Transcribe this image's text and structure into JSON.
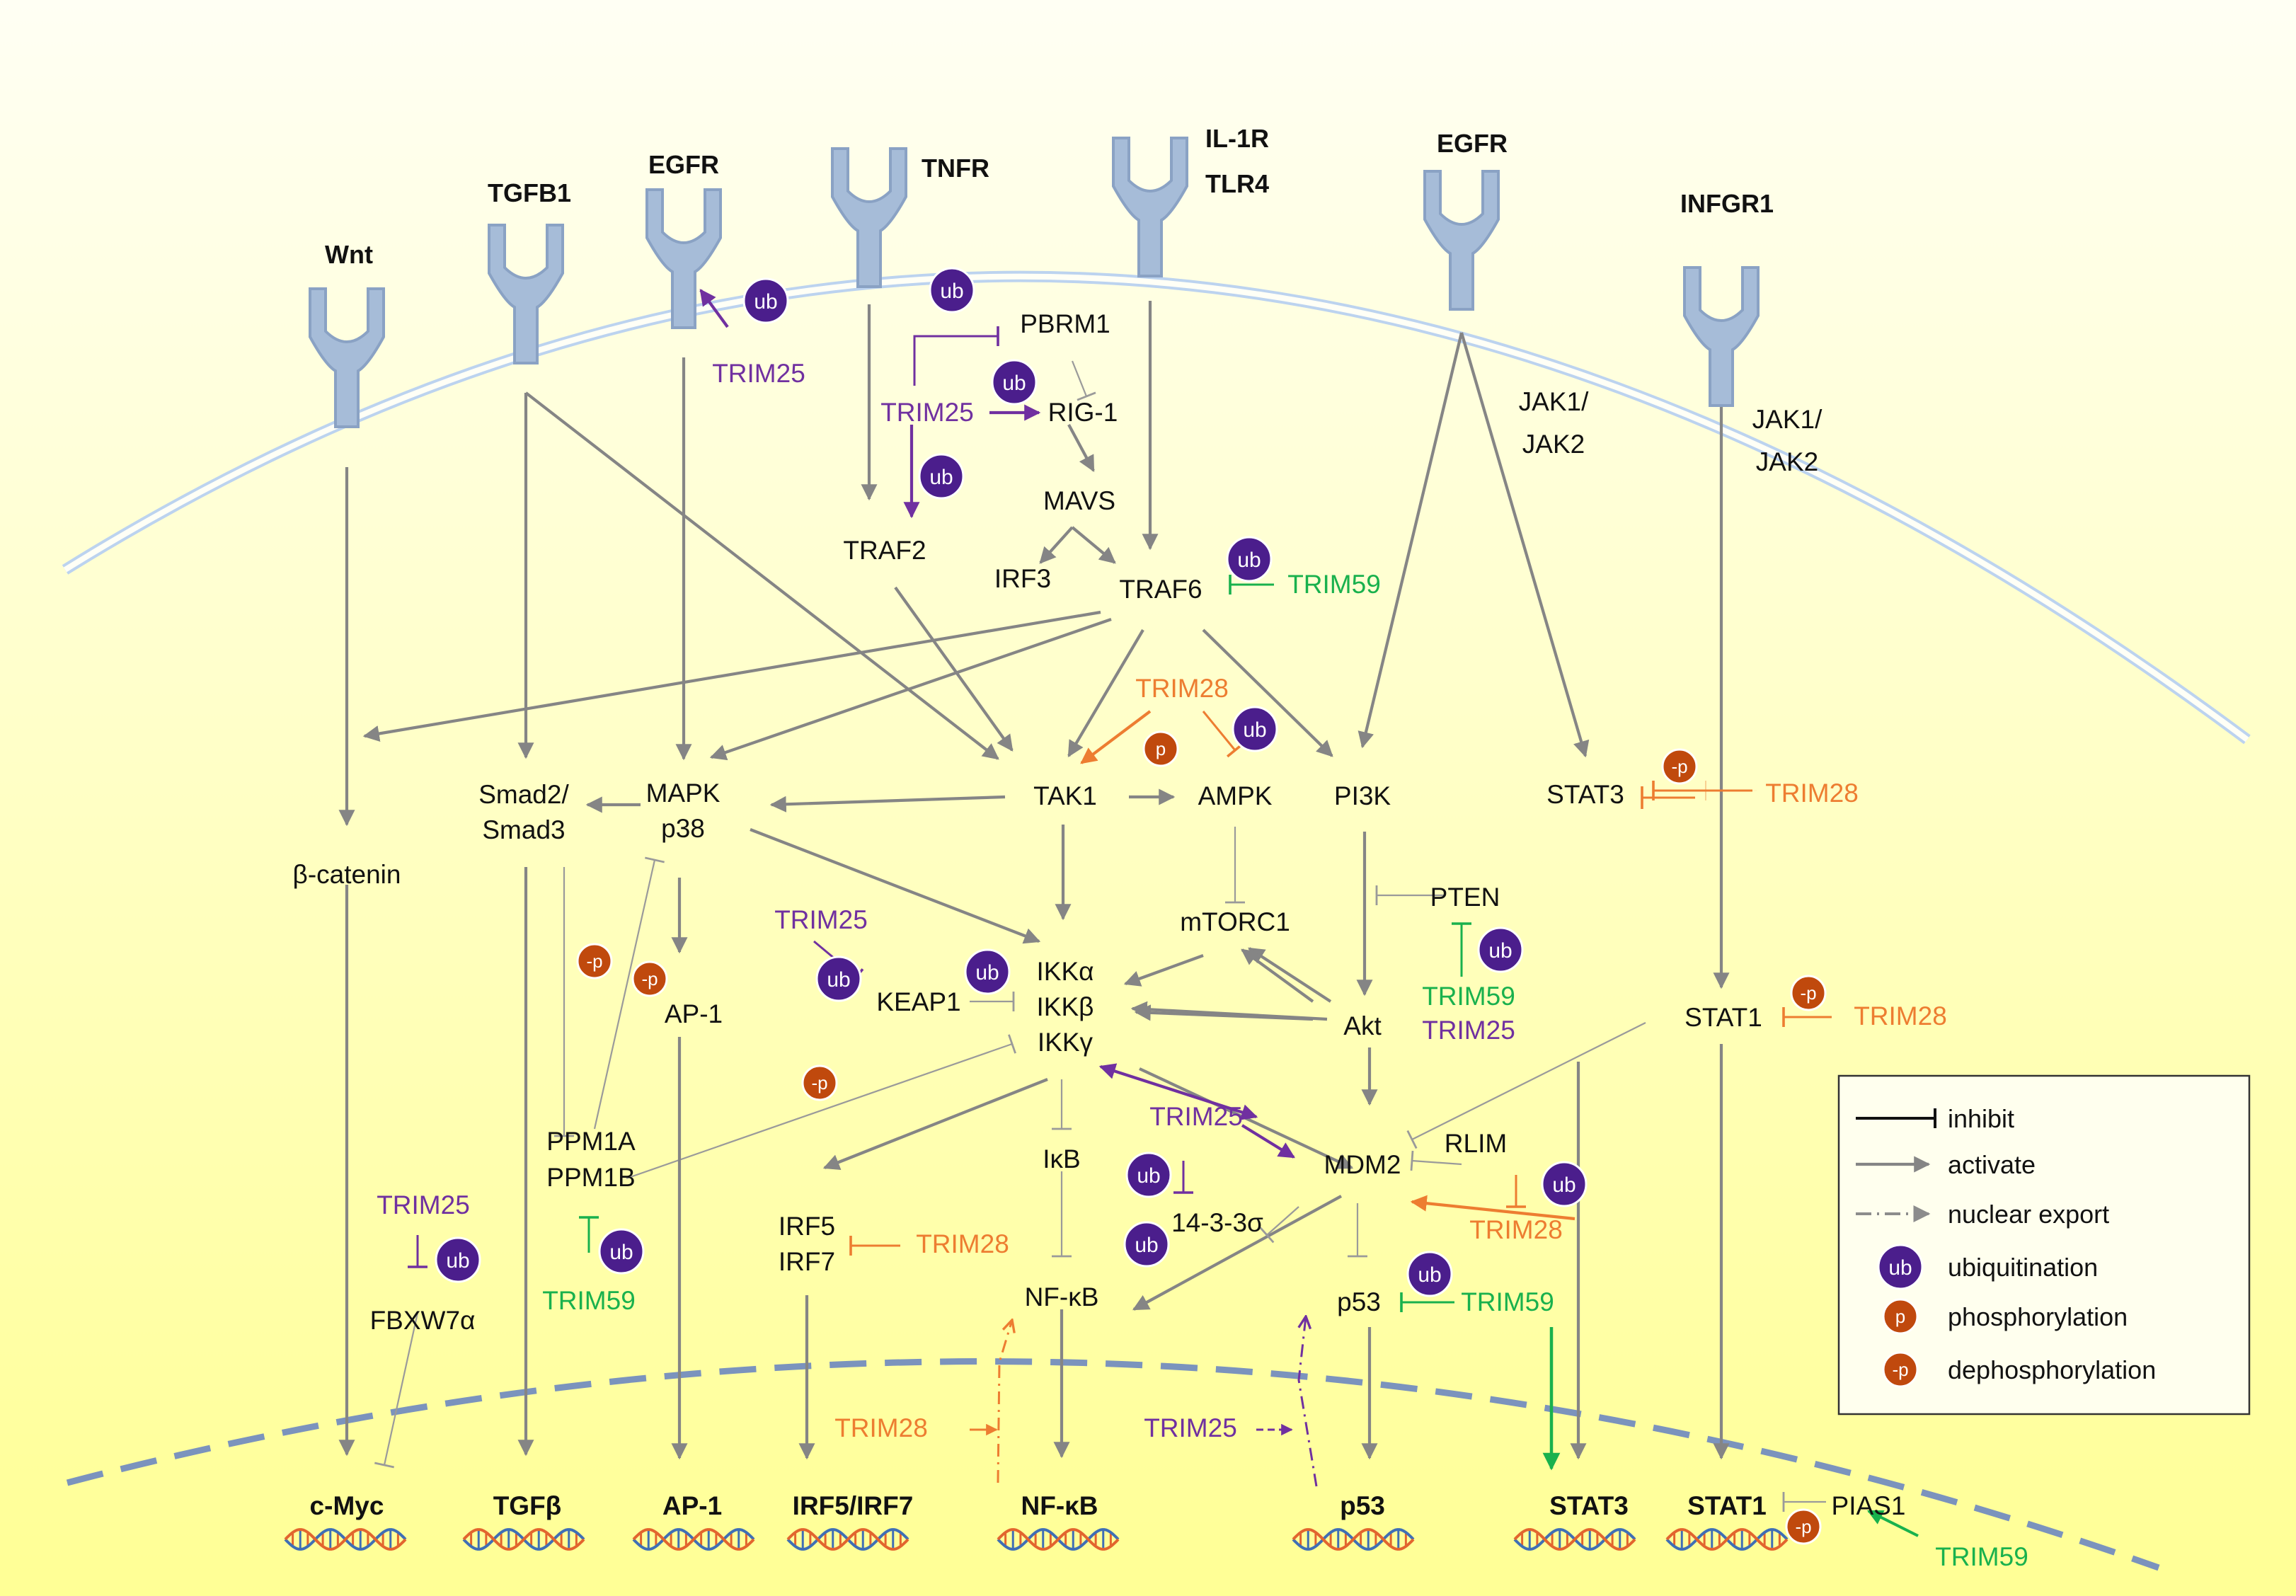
{
  "colors": {
    "activate": "#858585",
    "inhibit": "#9a9a9a",
    "trim25": "#7030a0",
    "trim28": "#ed7d31",
    "trim59": "#19b14d",
    "ub_fill": "#4b1e8c",
    "p_fill": "#c0490d",
    "receptor": "#a6bcd8",
    "receptor_edge": "#8aa2c4",
    "membrane": "#bcd3ef",
    "nucleus": "#7b93bd",
    "bg_top": "#fffff4",
    "bg_bottom": "#ffff95",
    "dna_a": "#3f6fb5",
    "dna_b": "#e2652e"
  },
  "receptors": [
    "Wnt",
    "TGFB1",
    "EGFR",
    "TNFR",
    "IL-1R",
    "TLR4",
    "EGFR",
    "INFGR1"
  ],
  "nodes": {
    "pbrm1": "PBRM1",
    "rig1": "RIG-1",
    "mavs": "MAVS",
    "traf2": "TRAF2",
    "irf3": "IRF3",
    "traf6": "TRAF6",
    "jak_a1": "JAK1/",
    "jak_a2": "JAK2",
    "jak_b1": "JAK1/",
    "jak_b2": "JAK2",
    "smad1": "Smad2/",
    "smad2": "Smad3",
    "mapk": "MAPK",
    "p38": "p38",
    "tak1": "TAK1",
    "ampk": "AMPK",
    "pi3k": "PI3K",
    "stat3": "STAT3",
    "bcat": "β-catenin",
    "pten": "PTEN",
    "mtorc1": "mTORC1",
    "ikka": "IKKα",
    "ikkb": "IKKβ",
    "ikkg": "IKKγ",
    "keap1": "KEAP1",
    "ap1": "AP-1",
    "akt": "Akt",
    "stat1": "STAT1",
    "ppm1a": "PPM1A",
    "ppm1b": "PPM1B",
    "ikb": "IκB",
    "mdm2": "MDM2",
    "rlim": "RLIM",
    "irf5": "IRF5",
    "irf7": "IRF7",
    "s1433": "14-3-3σ",
    "nfkb": "NF-κB",
    "p53": "p53",
    "fbxw": "FBXW7α"
  },
  "trims": {
    "t25_egfr": "TRIM25",
    "t25_rig": "TRIM25",
    "t59_traf6": "TRIM59",
    "t28_tak": "TRIM28",
    "t28_stat3": "TRIM28",
    "t25_keap": "TRIM25",
    "t59_pten": "TRIM59",
    "t25_pten": "TRIM25",
    "t28_stat1": "TRIM28",
    "t25_ikk": "TRIM25",
    "t28_mdm2": "TRIM28",
    "t25_fbx": "TRIM25",
    "t59_ppm": "TRIM59",
    "t28_irf": "TRIM28",
    "t59_p53": "TRIM59",
    "t28_nfkb": "TRIM28",
    "t25_p53": "TRIM25",
    "t59_pias": "TRIM59"
  },
  "targets": [
    "c-Myc",
    "TGFβ",
    "AP-1",
    "IRF5/IRF7",
    "NF-κB",
    "p53",
    "STAT3",
    "STAT1"
  ],
  "pias1": "PIAS1",
  "badges": {
    "ub": "ub",
    "p": "p",
    "dep": "-p"
  },
  "legend": {
    "inhibit": "inhibit",
    "activate": "activate",
    "export": "nuclear export",
    "ubiquitination": "ubiquitination",
    "phosphorylation": "phosphorylation",
    "dephosphorylation": "dephosphorylation"
  }
}
